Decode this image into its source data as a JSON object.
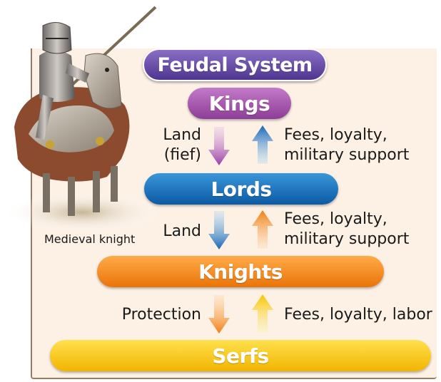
{
  "diagram": {
    "title": "Feudal System",
    "levels": {
      "kings": "Kings",
      "lords": "Lords",
      "knights": "Knights",
      "serfs": "Serfs"
    },
    "kings_lords": {
      "down_label_line1": "Land",
      "down_label_line2": "(fief)",
      "up_label_line1": "Fees, loyalty,",
      "up_label_line2": "military support"
    },
    "lords_knights": {
      "down_label": "Land",
      "up_label_line1": "Fees, loyalty,",
      "up_label_line2": "military support"
    },
    "knights_serfs": {
      "down_label": "Protection",
      "up_label": "Fees, loyalty, labor"
    },
    "image_caption": "Medieval knight"
  },
  "colors": {
    "title": "#4e3590",
    "kings": "#a04aa8",
    "lords": "#1a6cb8",
    "knights": "#f28a1e",
    "serfs": "#f7c600",
    "panel": "#fdf1e6"
  }
}
